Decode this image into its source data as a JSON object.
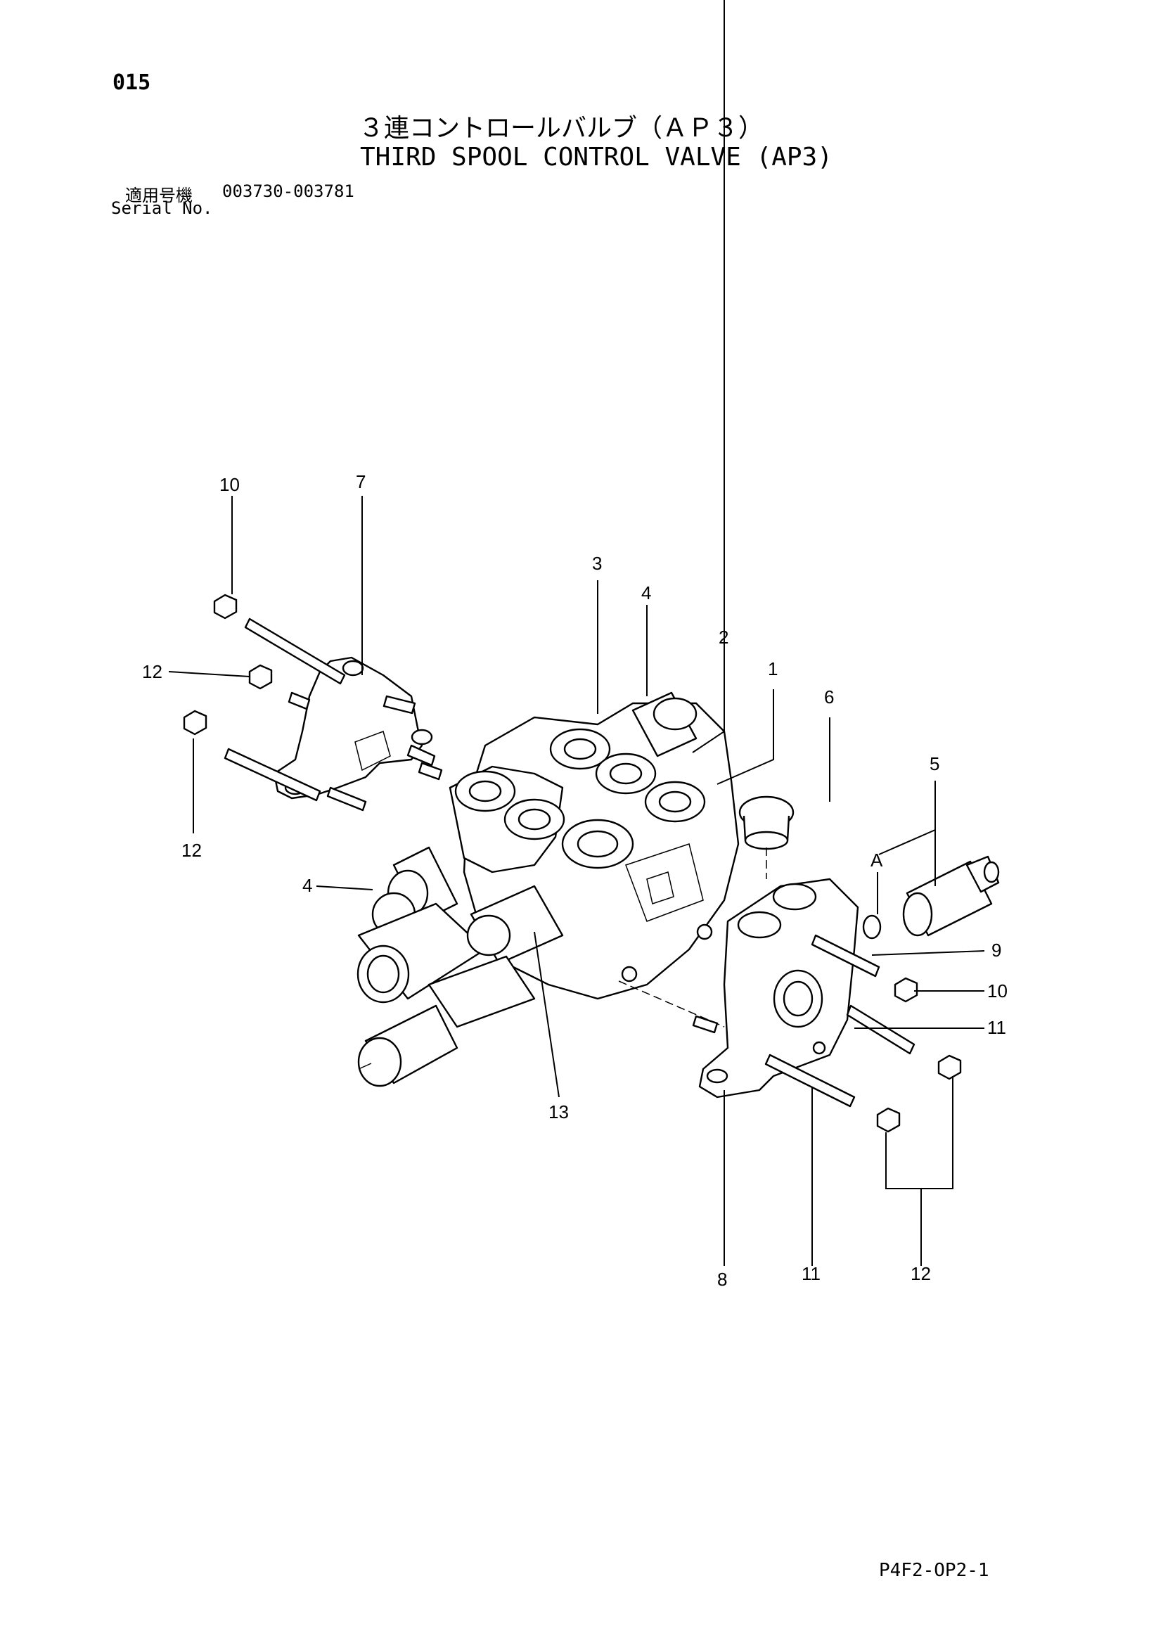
{
  "header": {
    "page_number": "015",
    "title_jp": "３連コントロールバルブ（ＡＰ３）",
    "title_en": "THIRD SPOOL CONTROL VALVE (AP3)",
    "serial_label_jp": "適用号機",
    "serial_range": "003730-003781",
    "serial_label_en": "Serial No."
  },
  "callouts": [
    "10",
    "7",
    "12",
    "12",
    "3",
    "4",
    "2",
    "1",
    "6",
    "5",
    "A",
    "4",
    "9",
    "10",
    "11",
    "13",
    "8",
    "11",
    "12"
  ],
  "footer": {
    "page_code": "P4F2-OP2-1"
  }
}
